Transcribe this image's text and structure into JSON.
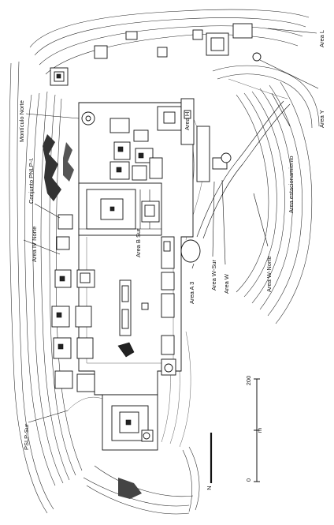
{
  "labels": {
    "area_l": "Area L",
    "area_y": "Area Y",
    "monticulo_norte": "Montículo Norte",
    "conjunto_pnlp": "Conjunto PNLP-I.",
    "area_h": "Area H",
    "area_estacionamiento": "Area estacionamiento",
    "area_iv_norte": "Area IV Norte",
    "area_b_sur": "Area B Sur",
    "area_a3": "Area A 3",
    "area_w_sur": "Area W-Sur",
    "area_w": "Area W",
    "area_w_norte": "Area W-Norte",
    "pslp_sur": "PSLP-Sur"
  },
  "scale": {
    "zero": "0",
    "max": "200",
    "unit": "m"
  },
  "north": "N",
  "colors": {
    "ink": "#111111",
    "paper": "#ffffff"
  }
}
